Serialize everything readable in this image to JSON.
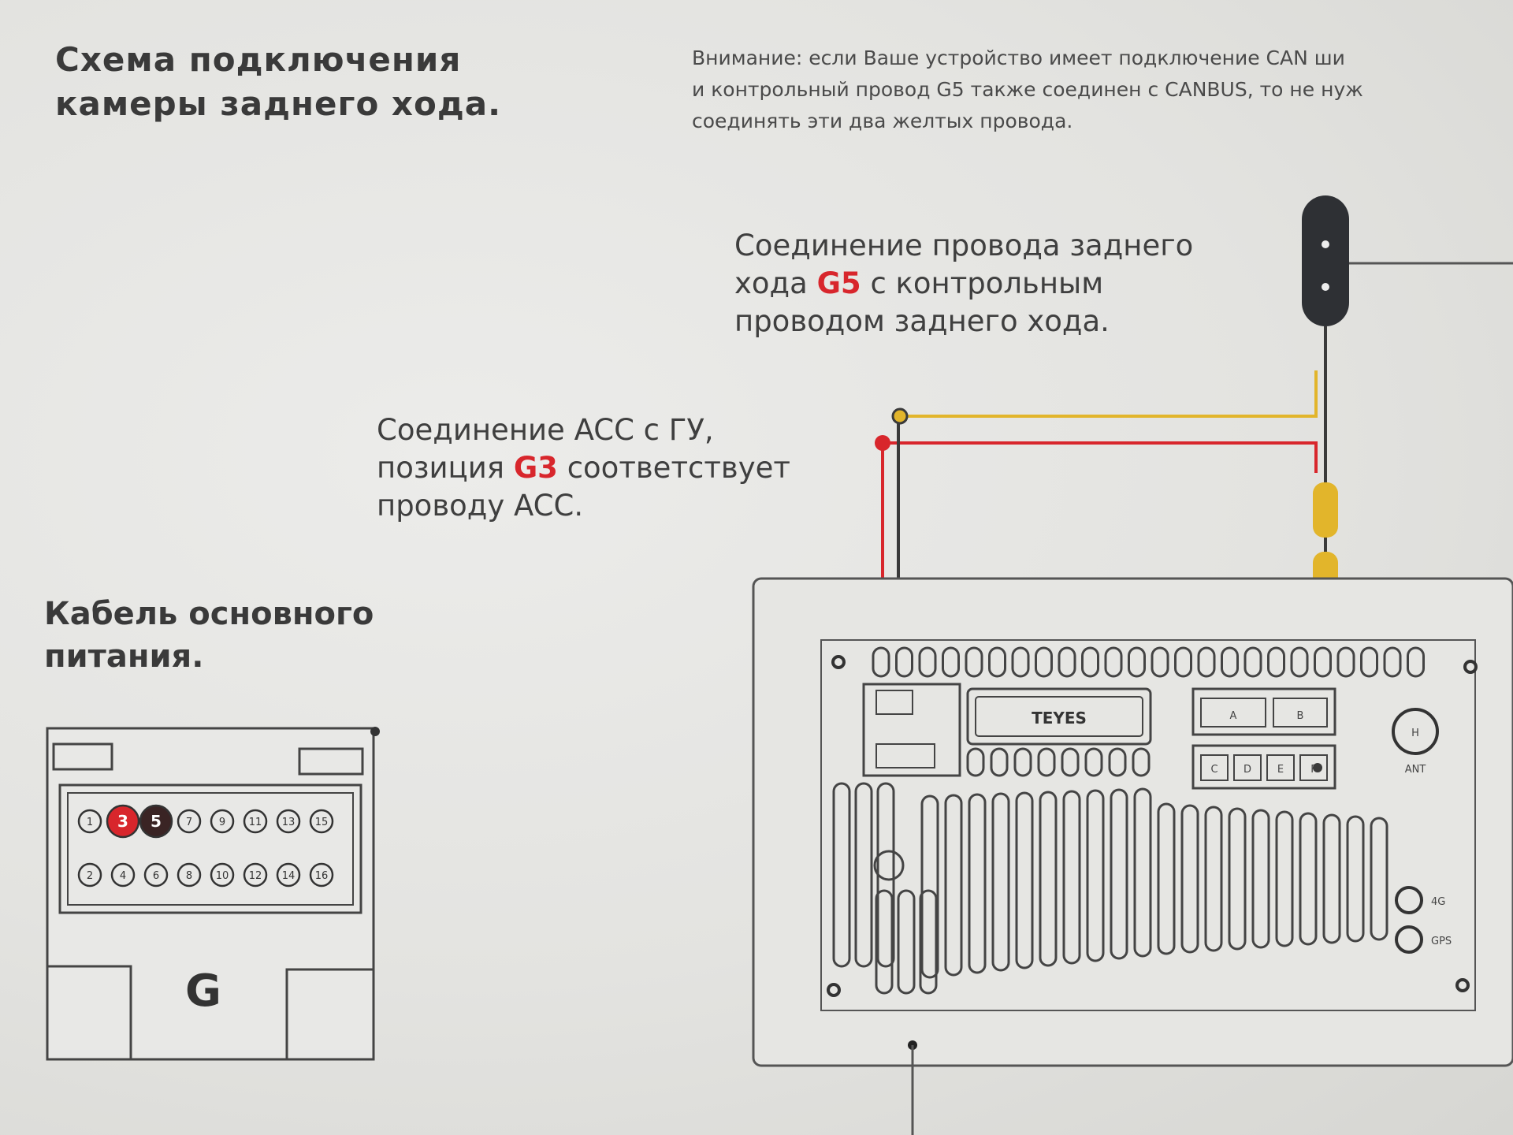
{
  "title": "Схема подключения\nкамеры заднего хода.",
  "warning": "Внимание: если Ваше устройство имеет подключение CAN ши\nи контрольный провод G5 также соединен с CANBUS, то не нуж\nсоединять эти два желтых провода.",
  "label_g5": {
    "line1": "Соединение провода заднего",
    "line2_pre": "хода ",
    "line2_hl": "G5",
    "line2_post": " с контрольным",
    "line3": "проводом заднего хода."
  },
  "label_acc": {
    "line1": "Соединение ACC с ГУ,",
    "line2_pre": "позиция ",
    "line2_hl": "G3",
    "line2_post": " соответствует",
    "line3": "проводу ACC."
  },
  "label_cable": "Кабель основного\nпитания.",
  "connector": {
    "letter": "G",
    "top_row": [
      "1",
      "3",
      "5",
      "7",
      "9",
      "11",
      "13",
      "15"
    ],
    "bottom_row": [
      "2",
      "4",
      "6",
      "8",
      "10",
      "12",
      "14",
      "16"
    ],
    "highlight_red": "3",
    "highlight_dark": "5"
  },
  "head_unit": {
    "brand": "TEYES",
    "port_a": "A",
    "port_b": "B",
    "ports_small": [
      "C",
      "D",
      "E",
      "F"
    ],
    "ant": "ANT",
    "port_4g": "4G",
    "port_gps": "GPS",
    "port_h": "H"
  },
  "colors": {
    "acc_wire": "#d8262c",
    "reverse_wire": "#e2b52b",
    "ground_wire": "#3a3a3a",
    "camera_body": "#2e3034",
    "highlight": "#d8262c"
  }
}
